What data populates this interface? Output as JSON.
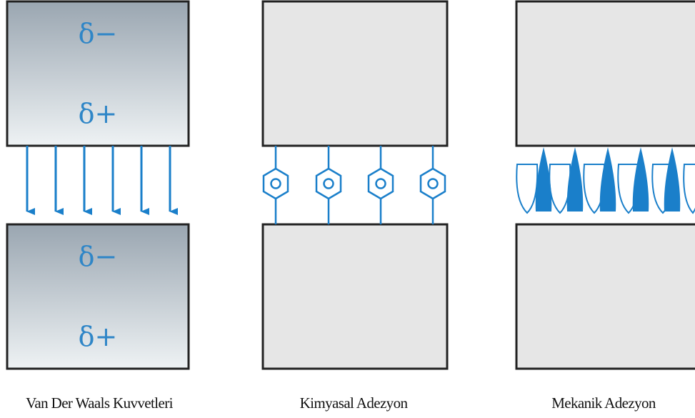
{
  "colors": {
    "block_fill": "#e6e6e6",
    "block_border": "#222222",
    "accent": "#1a7fca",
    "gradient_top": "#9aa6b1",
    "gradient_bottom": "#eef2f4"
  },
  "panels": [
    {
      "caption": "Van Der Waals Kuvvetleri",
      "top_block": {
        "charge_top": "δ−",
        "charge_bottom": "δ+"
      },
      "bottom_block": {
        "charge_top": "δ−",
        "charge_bottom": "δ+"
      },
      "arrow_count": 6
    },
    {
      "caption": "Kimyasal Adezyon",
      "molecule_count": 4
    },
    {
      "caption": "Mekanik Adezyon",
      "tooth_count": 6
    }
  ]
}
